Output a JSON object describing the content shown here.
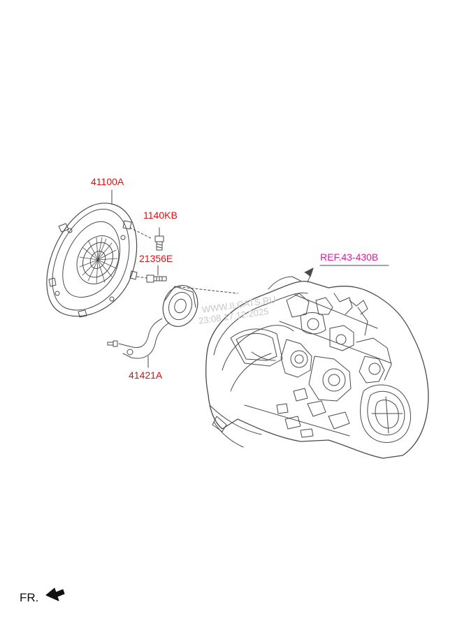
{
  "labels": {
    "clutch_cover": "41100A",
    "bolt_1": "1140KB",
    "bolt_2": "21356E",
    "release_cylinder": "41421A",
    "transaxle_ref": "REF.43-430B"
  },
  "watermark": {
    "line1": "WWW.ILCATS.RU",
    "line2": "23:08 17.12.2025"
  },
  "direction": {
    "label": "FR."
  },
  "colors": {
    "part_label": "#e01010",
    "ref_label": "#e01aa8",
    "line_art": "#4a4a4a"
  }
}
